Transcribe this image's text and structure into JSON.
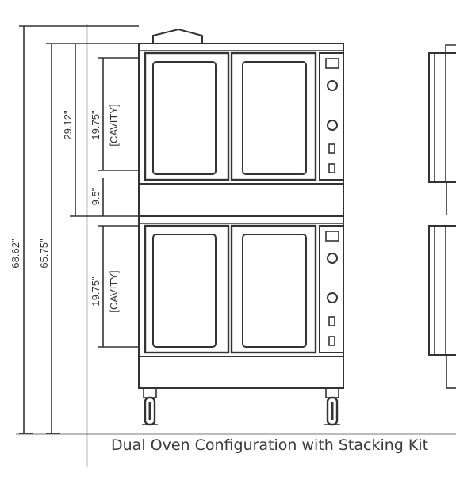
{
  "caption": "Dual Oven Configuration with Stacking Kit",
  "dimensions": {
    "overall_height": "68.62\"",
    "height_to_top": "65.75\"",
    "upper_section": "29.12\"",
    "upper_cavity": "19.75\"",
    "upper_cavity_note": "[CAVITY]",
    "gap": "9.5\"",
    "lower_cavity": "19.75\"",
    "lower_cavity_note": "[CAVITY]"
  },
  "colors": {
    "line": "#333333",
    "light_line": "#888888"
  }
}
